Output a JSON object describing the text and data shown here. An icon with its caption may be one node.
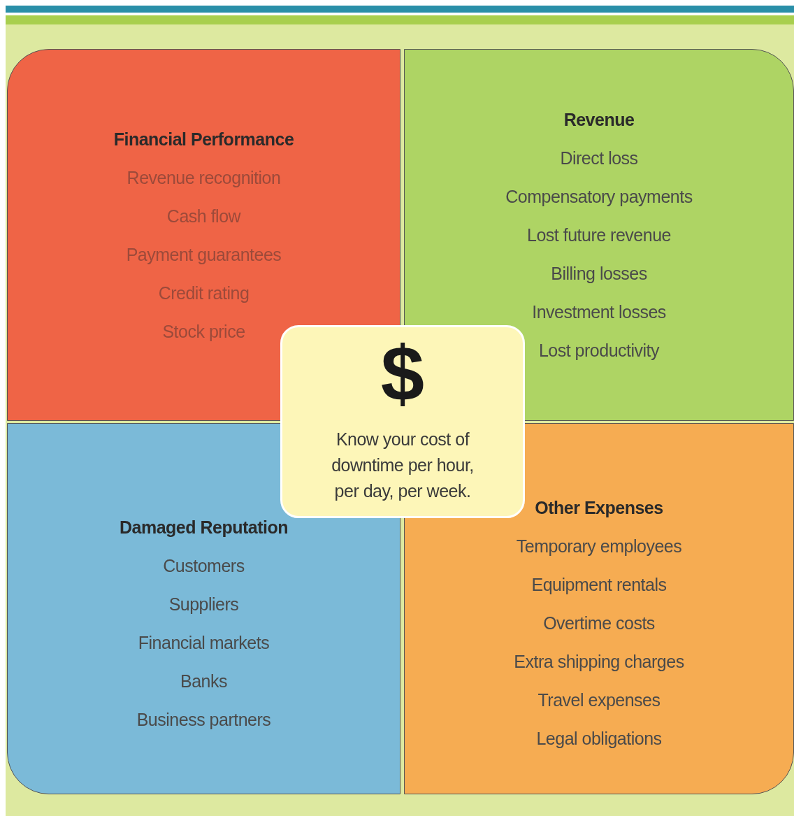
{
  "diagram": {
    "nodes": [
      {
        "text": [
          "Financial Performance",
          "Revenue recognition",
          "Cash flow",
          "Payment guarantees",
          "Credit rating",
          "Stock price"
        ]
      },
      {
        "text": [
          "Revenue",
          "Direct loss",
          "Compensatory payments",
          "Lost future revenue",
          "Billing losses",
          "Investment losses",
          "Lost productivity"
        ]
      },
      {
        "text": [
          "Damaged Reputation",
          "Customers",
          "Suppliers",
          "Financial markets",
          "Banks",
          "Business partners"
        ]
      },
      {
        "text": [
          "Other Expenses",
          "Temporary employees",
          "Equipment rentals",
          "Overtime costs",
          "Extra shipping charges",
          "Travel expenses",
          "Legal obligations"
        ]
      },
      {
        "text": [
          "$",
          "Know your cost of downtime per hour, per day, per week."
        ]
      }
    ]
  }
}
